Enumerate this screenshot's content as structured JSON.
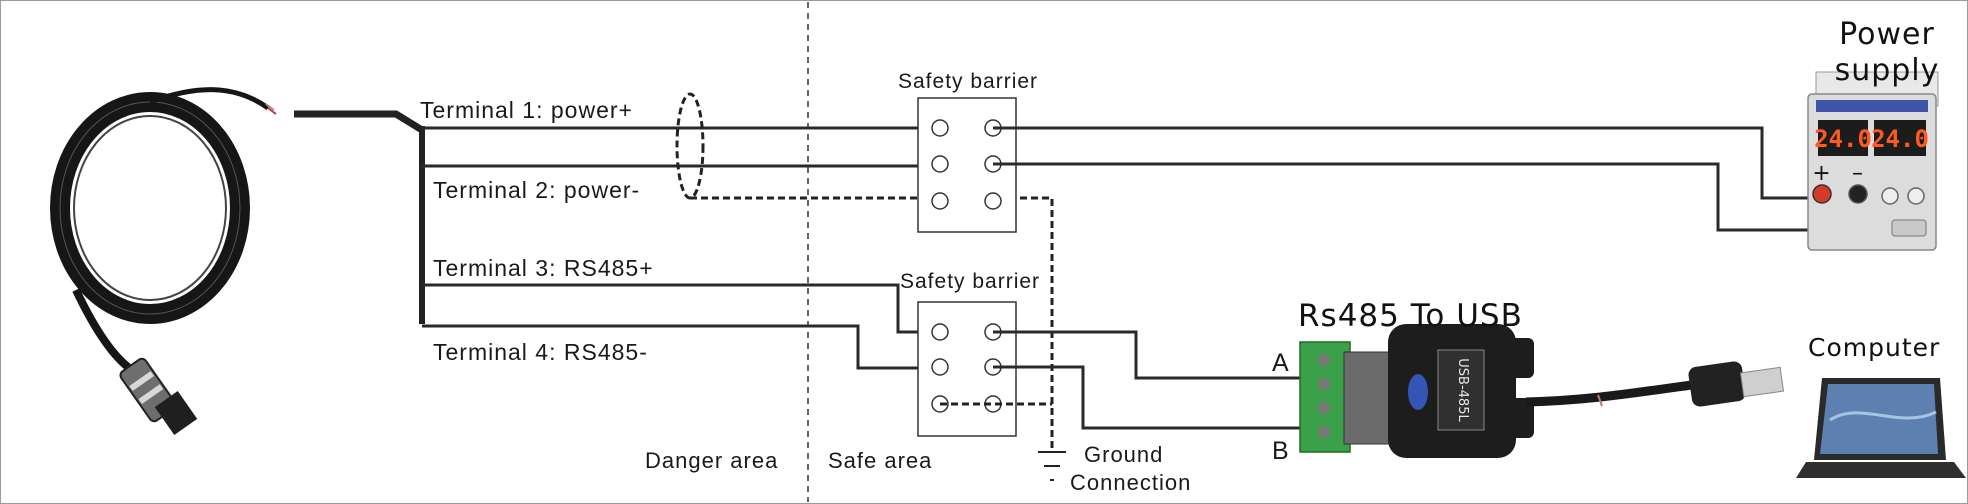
{
  "labels": {
    "terminal1": "Terminal 1: power+",
    "terminal2": "Terminal 2: power-",
    "terminal3": "Terminal 3: RS485+",
    "terminal4": "Terminal 4: RS485-",
    "barrier1": "Safety barrier",
    "barrier2": "Safety barrier",
    "power_supply_line1": "Power",
    "power_supply_line2": "supply",
    "converter": "Rs485 To USB",
    "computer": "Computer",
    "pin_a": "A",
    "pin_b": "B",
    "danger_area": "Danger area",
    "safe_area": "Safe area",
    "ground_line1": "Ground",
    "ground_line2": "Connection"
  },
  "power_supply": {
    "display_left": "24.0",
    "display_right": "24.0",
    "plus": "+",
    "minus": "–"
  },
  "converter_chip": "USB-485L",
  "colors": {
    "wire": "#2a2a2a",
    "display_digits": "#ff5a1e",
    "terminal_block": "#3aa04a"
  }
}
